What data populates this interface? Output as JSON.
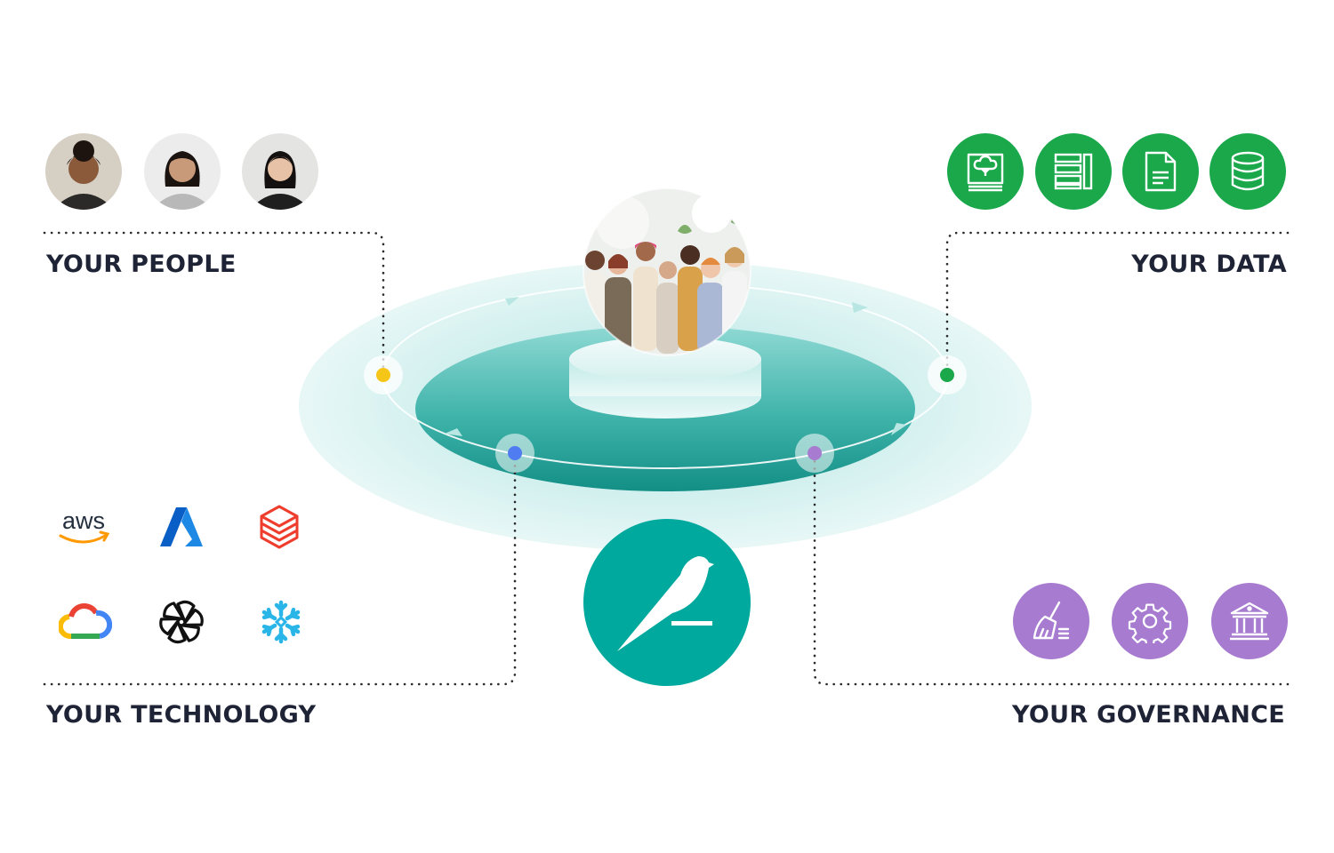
{
  "sections": {
    "people": {
      "label": "YOUR PEOPLE",
      "dot_color": "#f5c518"
    },
    "data": {
      "label": "YOUR DATA",
      "dot_color": "#1aa84b"
    },
    "technology": {
      "label": "YOUR TECHNOLOGY",
      "dot_color": "#4f7cf0"
    },
    "governance": {
      "label": "YOUR GOVERNANCE",
      "dot_color": "#a77bd0"
    }
  },
  "colors": {
    "text": "#1f2336",
    "teal": "#00a99d",
    "teal_light": "#cdeeed",
    "data_green": "#1aa84b",
    "governance_purple": "#a77bd0"
  },
  "people_avatars": [
    {
      "icon": "person-avatar-1-icon",
      "skin": "#8a5a3b",
      "hair": "#1d1410",
      "shirt": "#2c2a28",
      "bg": "#d6cfc4"
    },
    {
      "icon": "person-avatar-2-icon",
      "skin": "#c99a7a",
      "hair": "#1a1310",
      "shirt": "#b8b8b8",
      "bg": "#ececec"
    },
    {
      "icon": "person-avatar-3-icon",
      "skin": "#e8c2a6",
      "hair": "#141010",
      "shirt": "#1f1f1f",
      "bg": "#e4e4e2"
    }
  ],
  "data_icons": [
    "data-lake-icon",
    "data-layout-icon",
    "document-icon",
    "database-icon"
  ],
  "technology_logos": [
    "aws-logo",
    "azure-logo",
    "databricks-logo",
    "google-cloud-logo",
    "openai-logo",
    "snowflake-logo"
  ],
  "aws_text": "aws",
  "governance_icons": [
    "data-cleaning-icon",
    "settings-gear-icon",
    "institution-icon"
  ],
  "center": {
    "brand_icon": "bird-logo-icon",
    "team_photo": "team-photo-icon"
  }
}
